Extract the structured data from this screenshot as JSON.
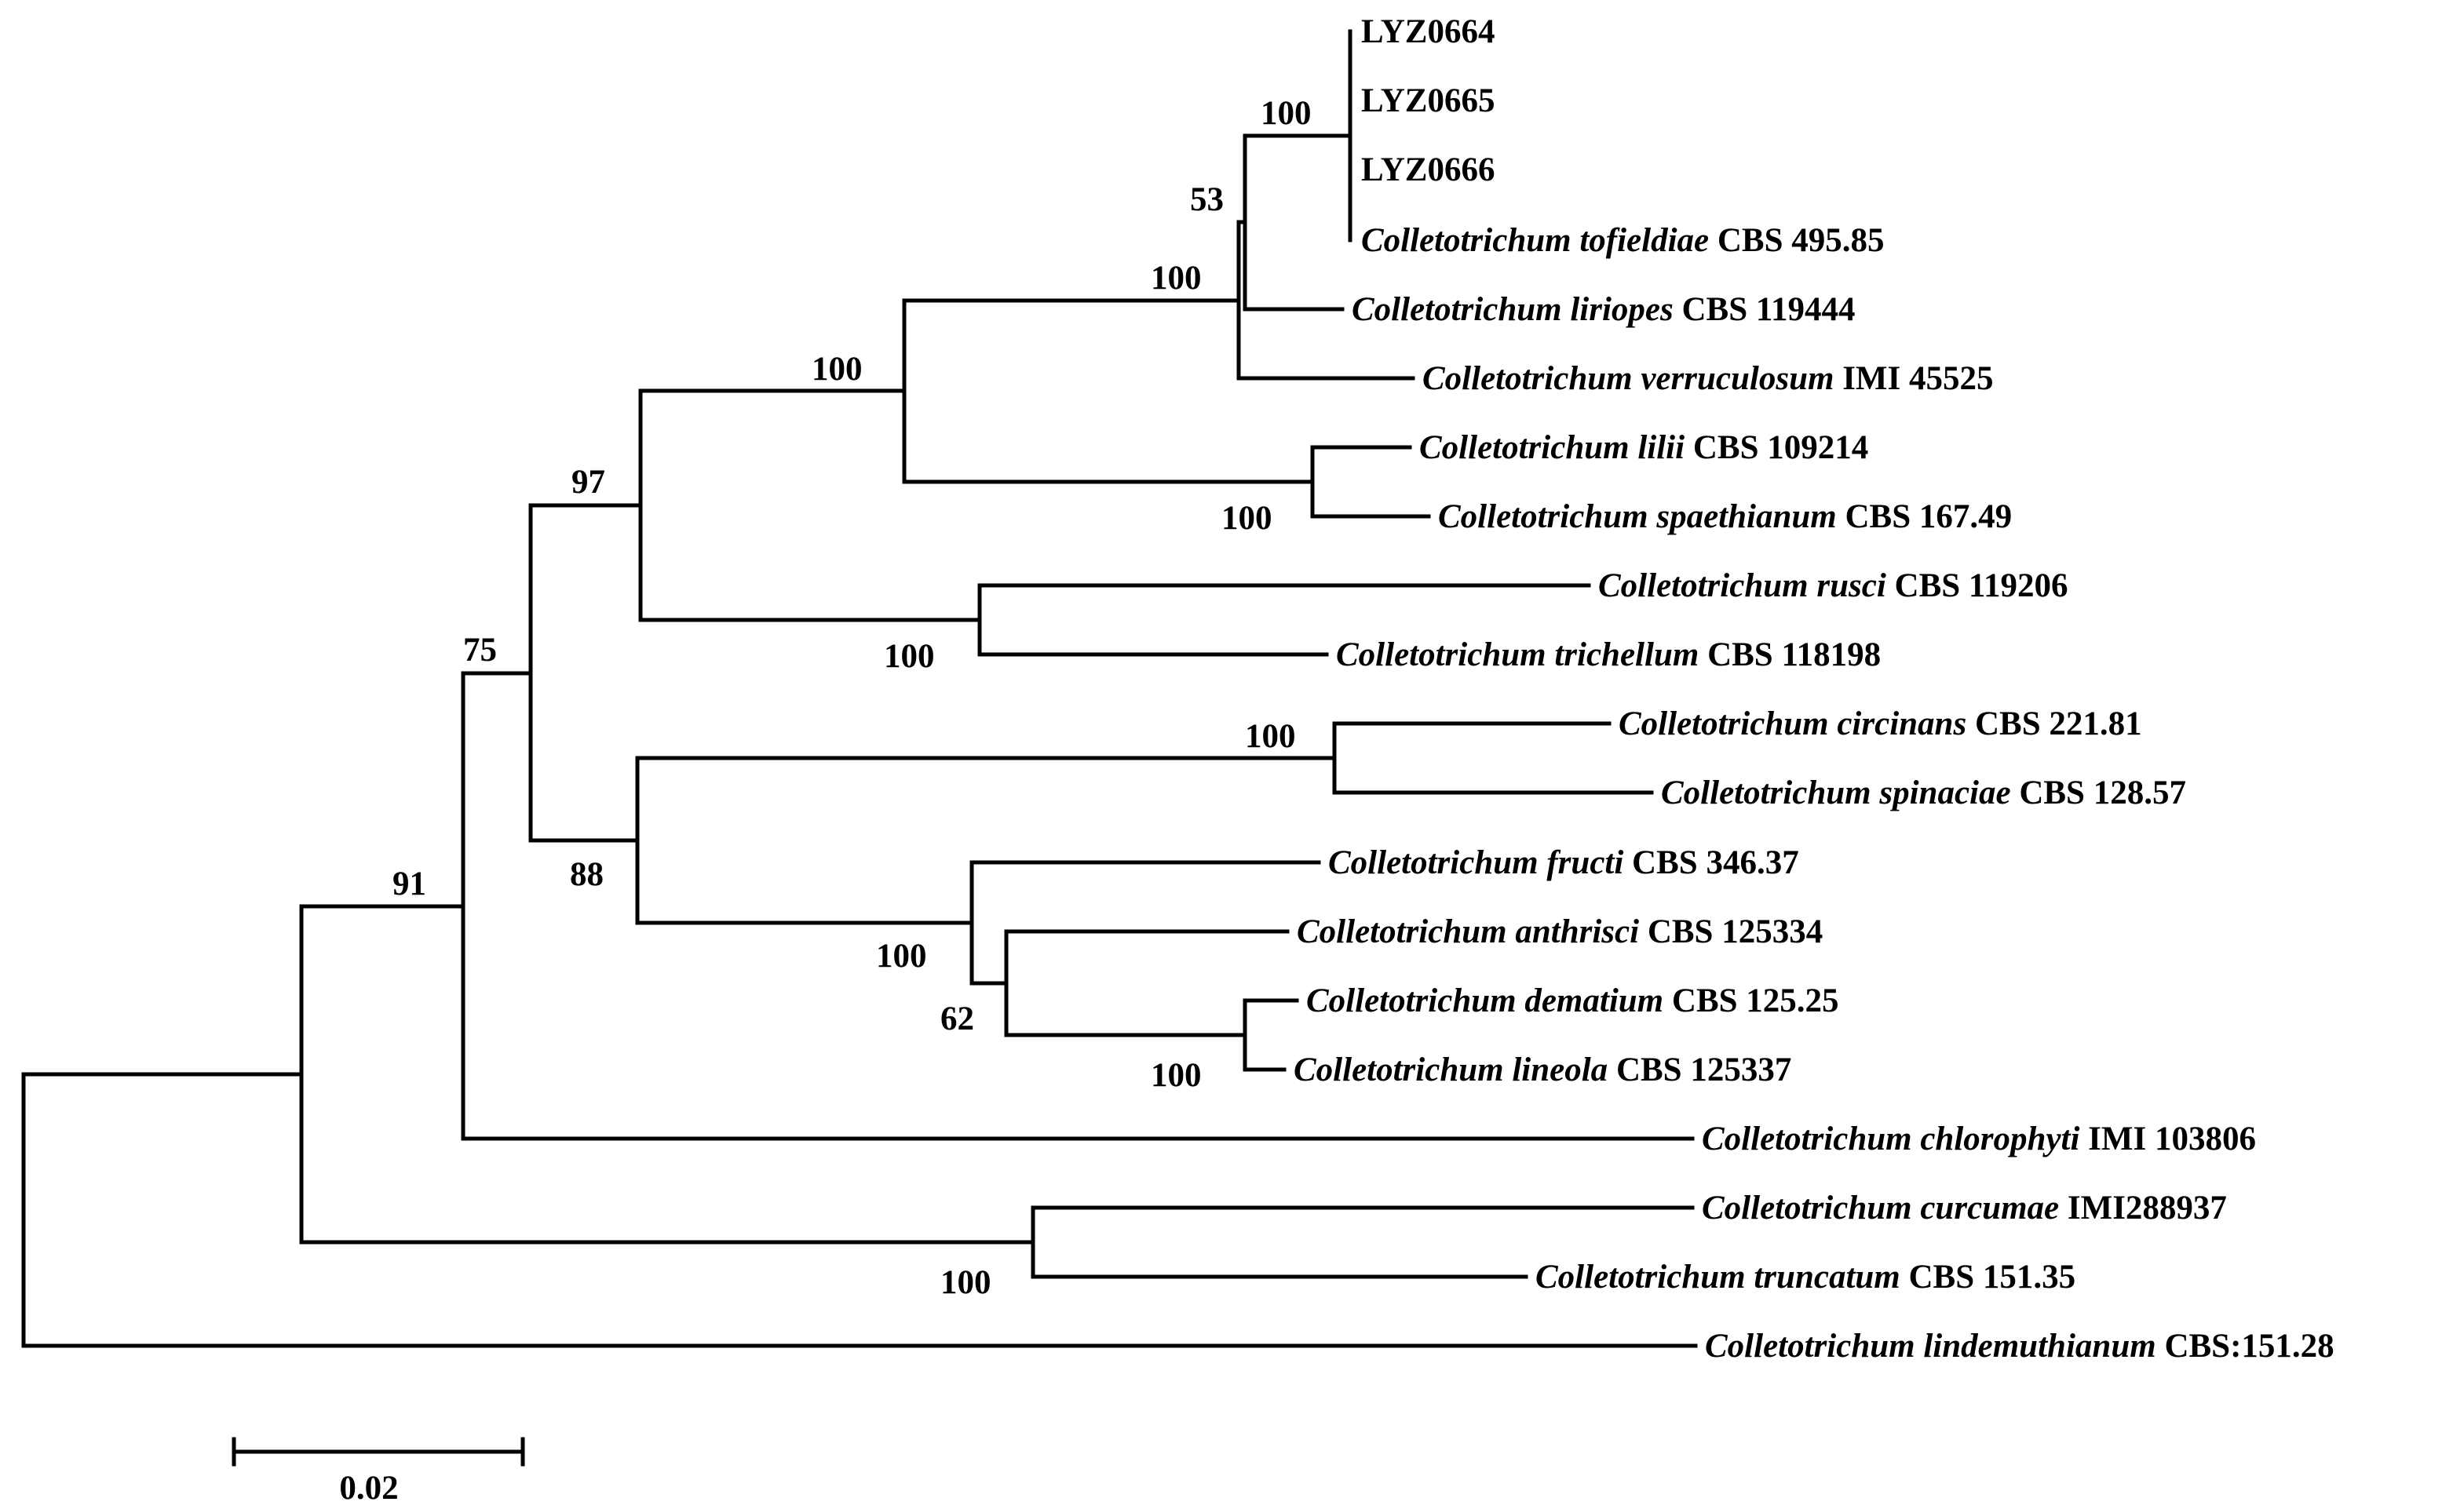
{
  "tree": {
    "taxa": [
      {
        "genus": "",
        "strain": "LYZ0664"
      },
      {
        "genus": "",
        "strain": "LYZ0665"
      },
      {
        "genus": "",
        "strain": "LYZ0666"
      },
      {
        "genus": "Colletotrichum tofieldiae",
        "strain": "CBS 495.85"
      },
      {
        "genus": "Colletotrichum liriopes",
        "strain": "CBS 119444"
      },
      {
        "genus": "Colletotrichum verruculosum",
        "strain": "IMI 45525"
      },
      {
        "genus": "Colletotrichum lilii",
        "strain": "CBS 109214"
      },
      {
        "genus": "Colletotrichum spaethianum",
        "strain": "CBS 167.49"
      },
      {
        "genus": "Colletotrichum rusci",
        "strain": "CBS 119206"
      },
      {
        "genus": "Colletotrichum trichellum",
        "strain": "CBS 118198"
      },
      {
        "genus": "Colletotrichum circinans",
        "strain": "CBS 221.81"
      },
      {
        "genus": "Colletotrichum spinaciae",
        "strain": "CBS 128.57"
      },
      {
        "genus": "Colletotrichum fructi",
        "strain": "CBS 346.37"
      },
      {
        "genus": "Colletotrichum anthrisci",
        "strain": "CBS 125334"
      },
      {
        "genus": "Colletotrichum dematium",
        "strain": "CBS 125.25"
      },
      {
        "genus": "Colletotrichum lineola",
        "strain": "CBS 125337"
      },
      {
        "genus": "Colletotrichum chlorophyti",
        "strain": "IMI 103806"
      },
      {
        "genus": "Colletotrichum curcumae",
        "strain": "IMI288937"
      },
      {
        "genus": "Colletotrichum truncatum",
        "strain": "CBS 151.35"
      },
      {
        "genus": "Colletotrichum lindemuthianum",
        "strain": "CBS:151.28"
      }
    ],
    "support_values": {
      "n_lyz": "100",
      "n_liriopes": "53",
      "n_verruculosum": "100",
      "n_spaethianum_clade": "100",
      "n_lilii": "100",
      "n_97": "97",
      "n_rusci": "100",
      "n_75": "75",
      "n_circinans": "100",
      "n_88": "88",
      "n_fructi": "100",
      "n_62": "62",
      "n_dematium": "100",
      "n_91": "91",
      "n_curcumae": "100"
    },
    "scale_bar": {
      "label": "0.02"
    }
  }
}
